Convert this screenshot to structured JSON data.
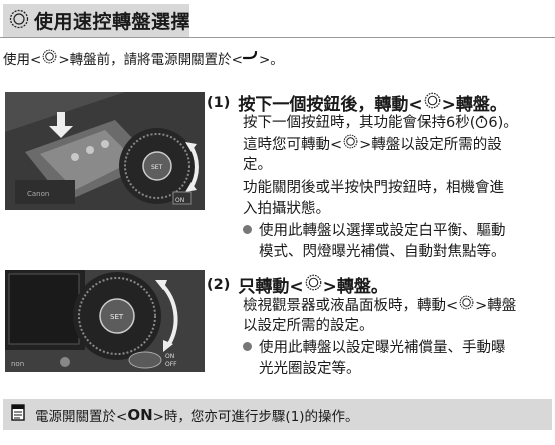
{
  "title": "使用速控轉盤選擇",
  "intro": {
    "before": "使用<",
    "after": ">轉盤前，請將電源開關置於<",
    "end": ">。"
  },
  "step1": {
    "number": "(1)",
    "head_before": "按下一個按鈕後，轉動<",
    "head_after": ">轉盤。",
    "para1_line1": "按下一個按鈕時，其功能會保持6秒(",
    "timer_value": "6",
    "para1_line1_end": ")。",
    "para1_line2_before": "這時您可轉動<",
    "para1_line2_after": ">轉盤以設定所需的設",
    "para1_line3": "定。",
    "para2_line1": "功能關閉後或半按快門按鈕時，相機會進",
    "para2_line2": "入拍攝狀態。",
    "bullet_line1": "使用此轉盤以選擇或設定白平衡、驅動",
    "bullet_line2": "模式、閃燈曝光補償、自動對焦點等。"
  },
  "step2": {
    "number": "(2)",
    "head_before": "只轉動<",
    "head_after": ">轉盤。",
    "para_line1_before": "檢視觀景器或液晶面板時，轉動<",
    "para_line1_after": ">轉盤",
    "para_line2": "以設定所需的設定。",
    "bullet_line1": "使用此轉盤以設定曝光補償量、手動曝",
    "bullet_line2": "光光圈設定等。"
  },
  "photo1": {
    "brand": "Canon",
    "set_label": "SET",
    "switch_label": "ON"
  },
  "photo2": {
    "brand": "non",
    "set_label": "SET",
    "switch_on": "ON",
    "switch_off": "OFF"
  },
  "note": {
    "before": "電源開關置於<",
    "on": "ON",
    "after": ">時，您亦可進行步驟(1)的操作。"
  },
  "colors": {
    "title_bg": "#d8d8d8",
    "note_bg": "#d8d8d8",
    "bullet": "#777777",
    "text": "#1a1a1a"
  },
  "icons": [
    "quick-control-dial-icon",
    "power-on-j-icon",
    "timer-icon",
    "note-icon",
    "rotation-arrow-icon"
  ]
}
